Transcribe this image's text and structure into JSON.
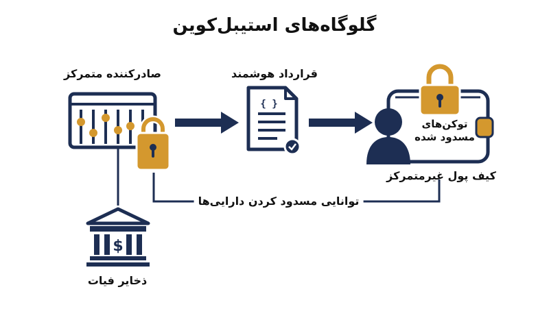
{
  "title": "گلوگاه‌های استیبل‌کوین",
  "nodes": {
    "issuer": {
      "label": "صادرکننده متمرکز",
      "icon": "sliders-panel-icon"
    },
    "contract": {
      "label": "قرارداد هوشمند",
      "icon": "smart-contract-document-icon",
      "code_glyph": "{ }"
    },
    "wallet": {
      "label": "کیف پول غیرمتمرکز",
      "frozen_line1": "توکن‌های",
      "frozen_line2": "مسدود شده",
      "icon": "wallet-icon"
    },
    "reserves": {
      "label": "ذخایر فیات",
      "icon": "bank-icon",
      "symbol": "$"
    }
  },
  "freeze_capability": "توانایی مسدود کردن دارایی‌ها",
  "colors": {
    "navy": "#1d2e53",
    "gold": "#d4982e",
    "text": "#111111"
  }
}
